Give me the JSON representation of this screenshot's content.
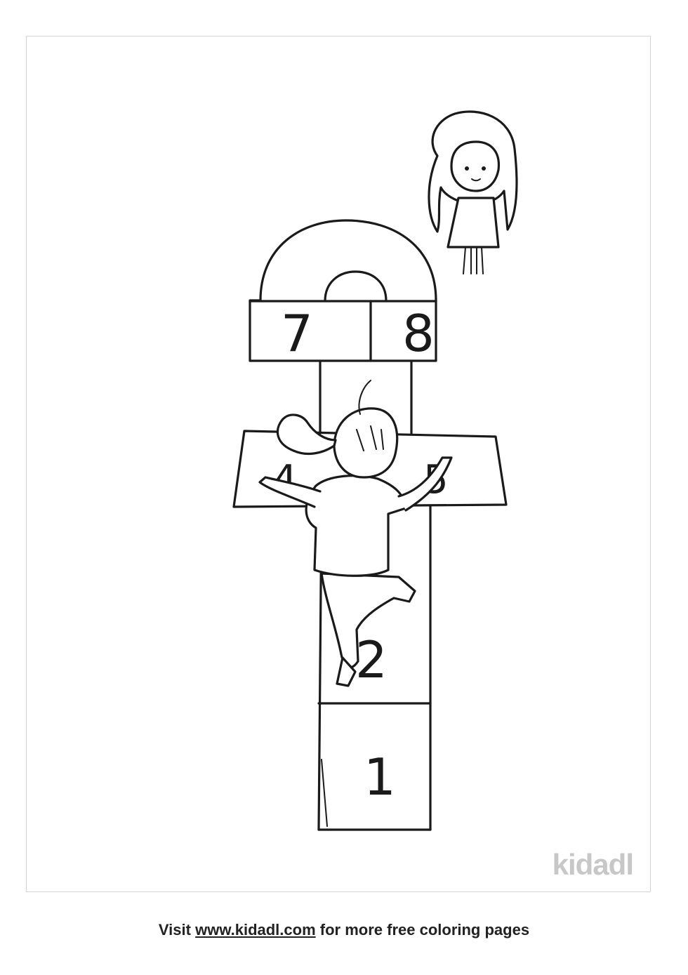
{
  "artwork": {
    "subject": "hopscotch-coloring-page",
    "squares": [
      "1",
      "2",
      "4",
      "5",
      "7",
      "8"
    ]
  },
  "watermark": "kidadl",
  "footer": {
    "prefix": "Visit",
    "link": "www.kidadl.com",
    "suffix": "for more free coloring pages"
  }
}
